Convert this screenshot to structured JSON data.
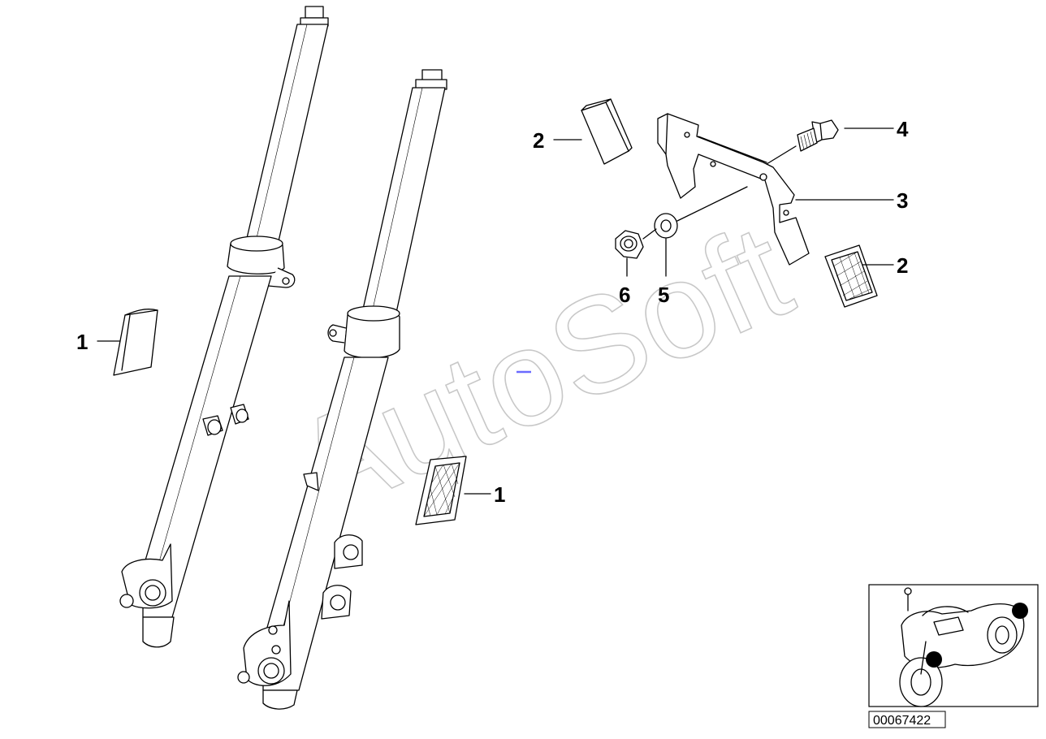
{
  "callouts": {
    "c1_left": "1",
    "c1_right": "1",
    "c2_top": "2",
    "c2_right": "2",
    "c3": "3",
    "c4": "4",
    "c5": "5",
    "c6": "6"
  },
  "watermark": "AutoSoft",
  "reference_number": "00067422",
  "colors": {
    "line": "#000000",
    "watermark": "#c8c8c8",
    "accent_dash": "#6a6aff"
  }
}
